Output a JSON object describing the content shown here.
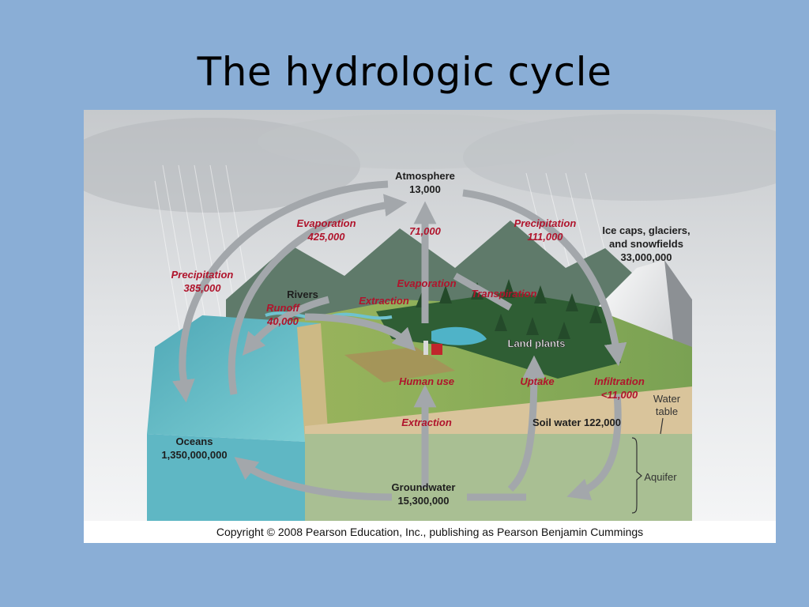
{
  "slide": {
    "title": "The hydrologic cycle"
  },
  "diagram": {
    "atmosphere": {
      "name": "Atmosphere",
      "value": "13,000"
    },
    "evaporation_ocean": {
      "name": "Evaporation",
      "value": "425,000"
    },
    "atmosphere_flux": {
      "value": "71,000"
    },
    "precipitation_land": {
      "name": "Precipitation",
      "value": "111,000"
    },
    "ice_caps": {
      "line1": "Ice caps, glaciers,",
      "line2": "and snowfields",
      "value": "33,000,000"
    },
    "precipitation_ocean": {
      "name": "Precipitation",
      "value": "385,000"
    },
    "rivers": {
      "name": "Rivers"
    },
    "runoff": {
      "name": "Runoff",
      "value": "40,000"
    },
    "evaporation_land": {
      "name": "Evaporation"
    },
    "extraction_rivers": {
      "name": "Extraction"
    },
    "transpiration": {
      "name": "Transpiration"
    },
    "land_plants": {
      "name": "Land plants"
    },
    "human_use": {
      "name": "Human use"
    },
    "uptake": {
      "name": "Uptake"
    },
    "infiltration": {
      "name": "Infiltration",
      "value": "<11,000"
    },
    "water_table": {
      "line1": "Water",
      "line2": "table"
    },
    "extraction_ground": {
      "name": "Extraction"
    },
    "soil_water": {
      "text": "Soil water 122,000"
    },
    "oceans": {
      "name": "Oceans",
      "value": "1,350,000,000"
    },
    "aquifer": {
      "name": "Aquifer"
    },
    "groundwater": {
      "name": "Groundwater",
      "value": "15,300,000"
    },
    "copyright": "Copyright © 2008 Pearson Education, Inc., publishing as Pearson Benjamin Cummings"
  },
  "colors": {
    "background": "#8aaed6",
    "arrow": "#a3a7ab",
    "flux_label": "#b0142c",
    "ocean": "#5fb7c4",
    "soil": "#d9c49b",
    "aquifer": "#a9bf93",
    "forest": "#2f5e34"
  }
}
